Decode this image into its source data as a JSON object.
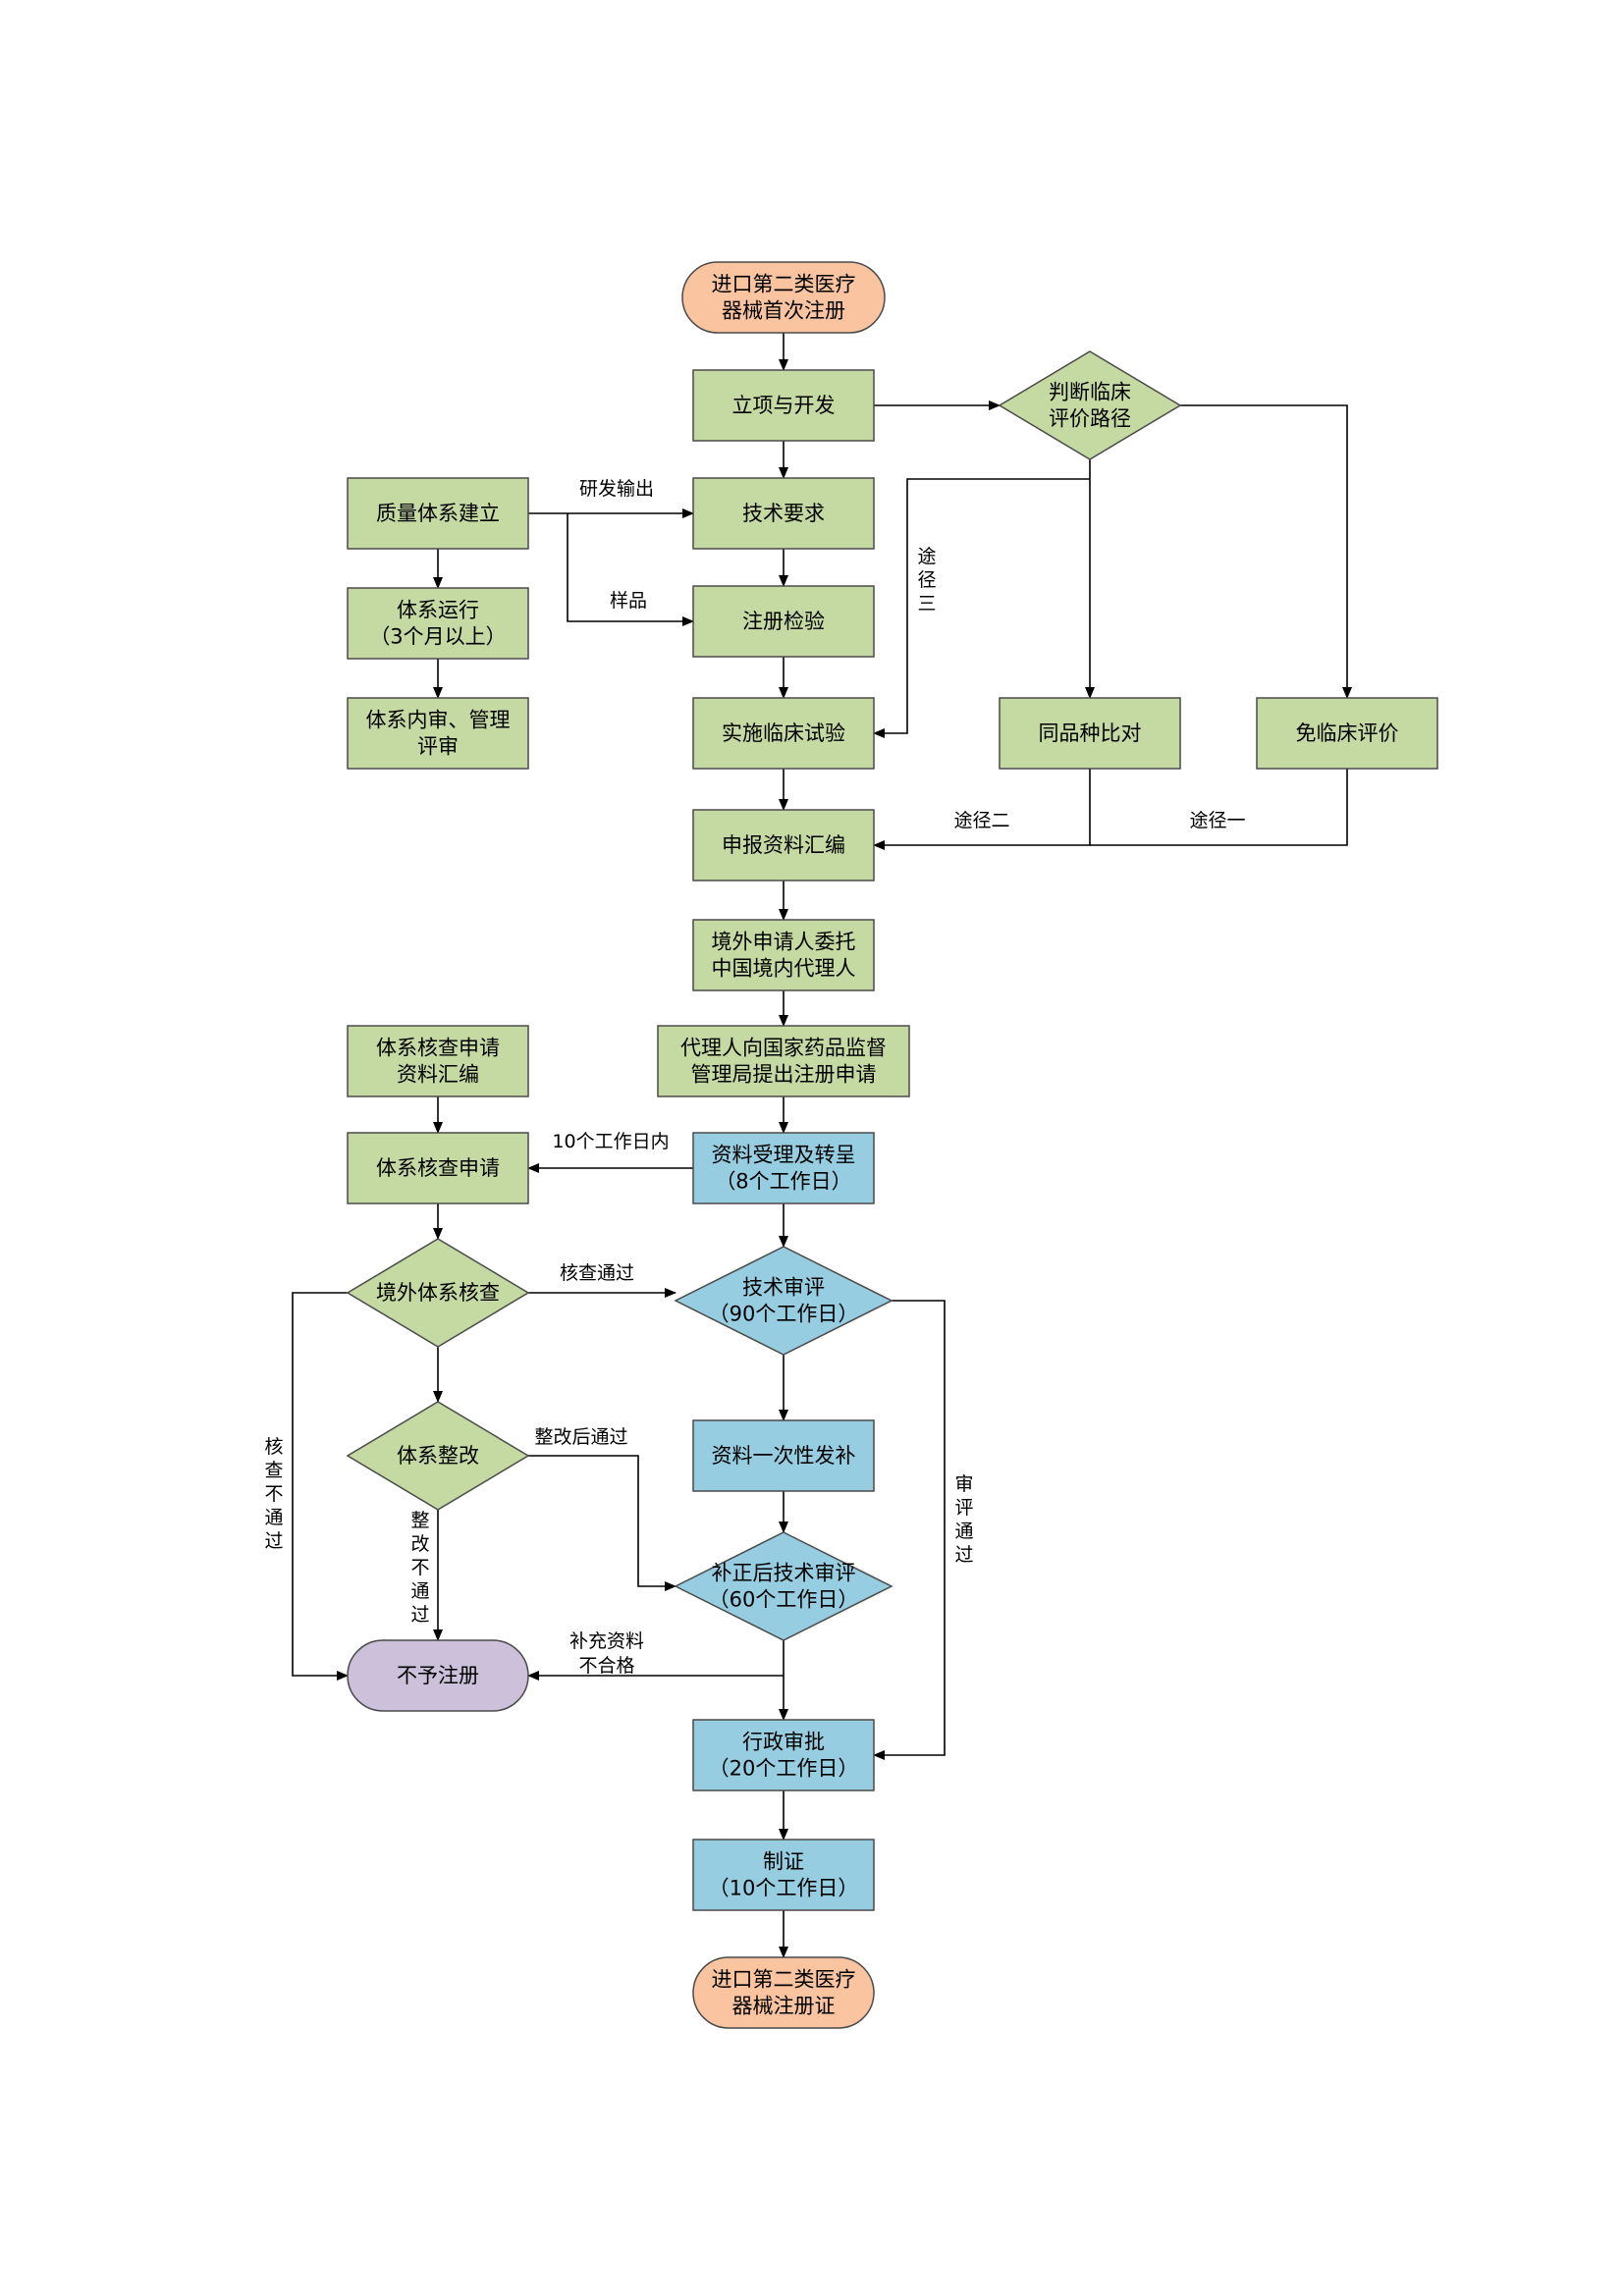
{
  "colors": {
    "green": "#c5d9a2",
    "blue": "#96cde0",
    "orange": "#f9c49f",
    "purple": "#ccc0da",
    "border": "#4a4a4a",
    "line": "#000000"
  },
  "nodes": {
    "start": [
      "进口第二类医疗",
      "器械首次注册"
    ],
    "project": [
      "立项与开发"
    ],
    "judge": [
      "判断临床",
      "评价路径"
    ],
    "tech_req": [
      "技术要求"
    ],
    "quality": [
      "质量体系建立"
    ],
    "run": [
      "体系运行",
      "（3个月以上）"
    ],
    "audit": [
      "体系内审、管理",
      "评审"
    ],
    "inspect": [
      "注册检验"
    ],
    "trial": [
      "实施临床试验"
    ],
    "compare": [
      "同品种比对"
    ],
    "exempt": [
      "免临床评价"
    ],
    "compile": [
      "申报资料汇编"
    ],
    "agent": [
      "境外申请人委托",
      "中国境内代理人"
    ],
    "apply": [
      "代理人向国家药品监督",
      "管理局提出注册申请"
    ],
    "sys_doc": [
      "体系核查申请",
      "资料汇编"
    ],
    "sys_app": [
      "体系核查申请"
    ],
    "receive": [
      "资料受理及转呈",
      "（8个工作日）"
    ],
    "overseas": [
      "境外体系核查"
    ],
    "tech_rev": [
      "技术审评",
      "（90个工作日）"
    ],
    "rectify": [
      "体系整改"
    ],
    "supplement": [
      "资料一次性发补"
    ],
    "re_review": [
      "补正后技术审评",
      "（60个工作日）"
    ],
    "reject": [
      "不予注册"
    ],
    "admin": [
      "行政审批",
      "（20个工作日）"
    ],
    "cert": [
      "制证",
      "（10个工作日）"
    ],
    "end": [
      "进口第二类医疗",
      "器械注册证"
    ]
  },
  "edge_labels": {
    "rd_output": "研发输出",
    "sample": "样品",
    "route3": "途径三",
    "route2": "途径二",
    "route1": "途径一",
    "ten_days": "10个工作日内",
    "check_pass": "核查通过",
    "check_fail": "核查不通过",
    "rectify_pass": "整改后通过",
    "rectify_fail": "整改不通过",
    "supp_fail": [
      "补充资料",
      "不合格"
    ],
    "review_pass": "审评通过"
  }
}
